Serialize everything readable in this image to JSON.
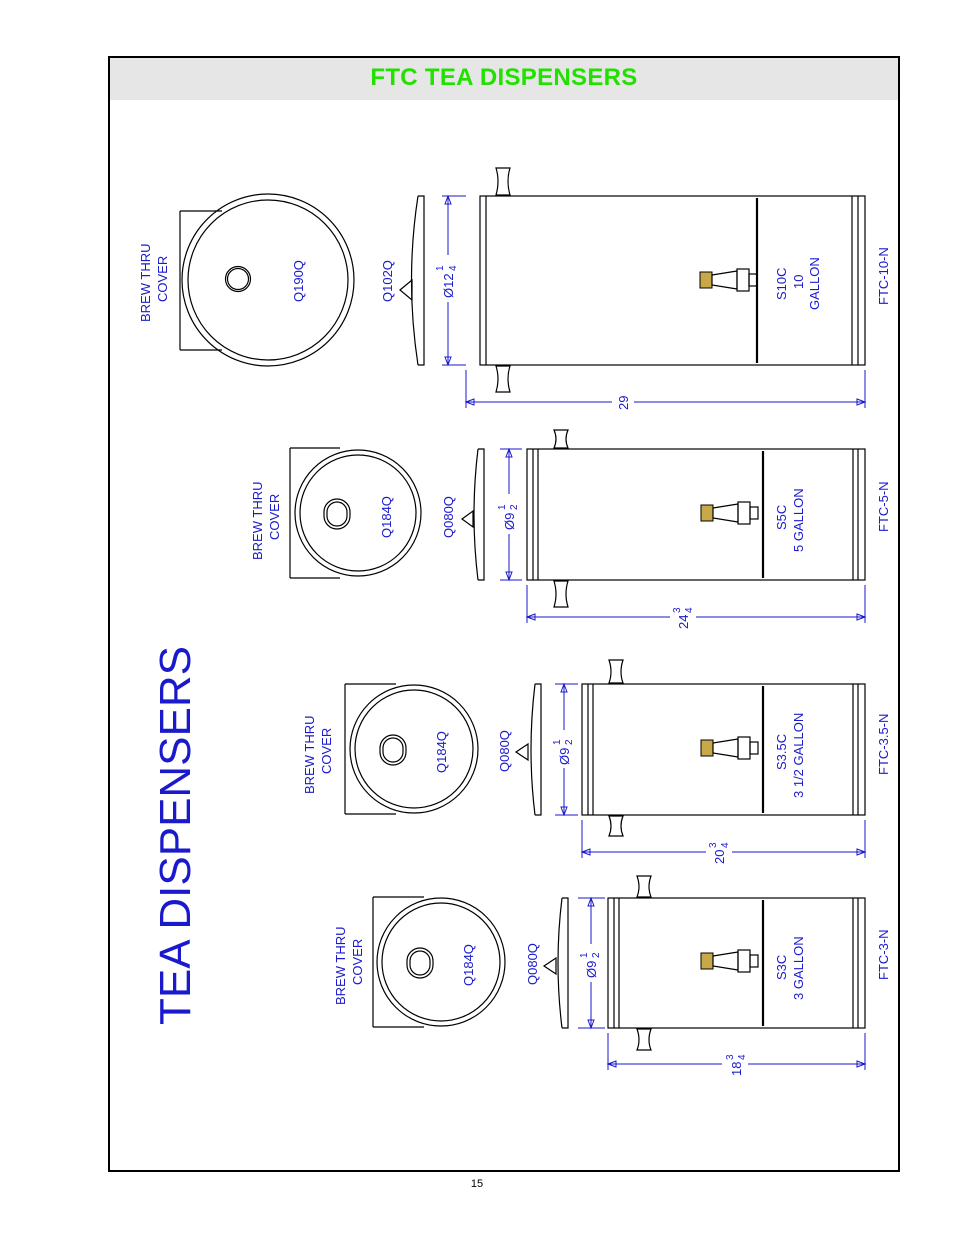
{
  "header": {
    "title": "FTC TEA DISPENSERS"
  },
  "side_title": "TEA DISPENSERS",
  "page_number": "15",
  "colors": {
    "title_green": "#22e000",
    "label_blue": "#1a1acc",
    "header_gray": "#e6e6e6"
  },
  "dispensers": [
    {
      "cover_label_1": "BREW THRU",
      "cover_label_2": "COVER",
      "cover_part": "Q190Q",
      "lid_part": "Q102Q",
      "diameter_whole": "Ø12",
      "diameter_num": "1",
      "diameter_den": "4",
      "faucet_part": "S10C",
      "capacity_1": "10",
      "capacity_2": "GALLON",
      "model": "FTC-10-N",
      "height_whole": "29",
      "height_num": "",
      "height_den": ""
    },
    {
      "cover_label_1": "BREW THRU",
      "cover_label_2": "COVER",
      "cover_part": "Q184Q",
      "lid_part": "Q080Q",
      "diameter_whole": "Ø9",
      "diameter_num": "1",
      "diameter_den": "2",
      "faucet_part": "S5C",
      "capacity_1": "5 GALLON",
      "capacity_2": "",
      "model": "FTC-5-N",
      "height_whole": "24",
      "height_num": "3",
      "height_den": "4"
    },
    {
      "cover_label_1": "BREW THRU",
      "cover_label_2": "COVER",
      "cover_part": "Q184Q",
      "lid_part": "Q080Q",
      "diameter_whole": "Ø9",
      "diameter_num": "1",
      "diameter_den": "2",
      "faucet_part": "S3.5C",
      "capacity_1": "3 1/2 GALLON",
      "capacity_2": "",
      "model": "FTC-3.5-N",
      "height_whole": "20",
      "height_num": "3",
      "height_den": "4"
    },
    {
      "cover_label_1": "BREW THRU",
      "cover_label_2": "COVER",
      "cover_part": "Q184Q",
      "lid_part": "Q080Q",
      "diameter_whole": "Ø9",
      "diameter_num": "1",
      "diameter_den": "2",
      "faucet_part": "S3C",
      "capacity_1": "3 GALLON",
      "capacity_2": "",
      "model": "FTC-3-N",
      "height_whole": "18",
      "height_num": "3",
      "height_den": "4"
    }
  ]
}
